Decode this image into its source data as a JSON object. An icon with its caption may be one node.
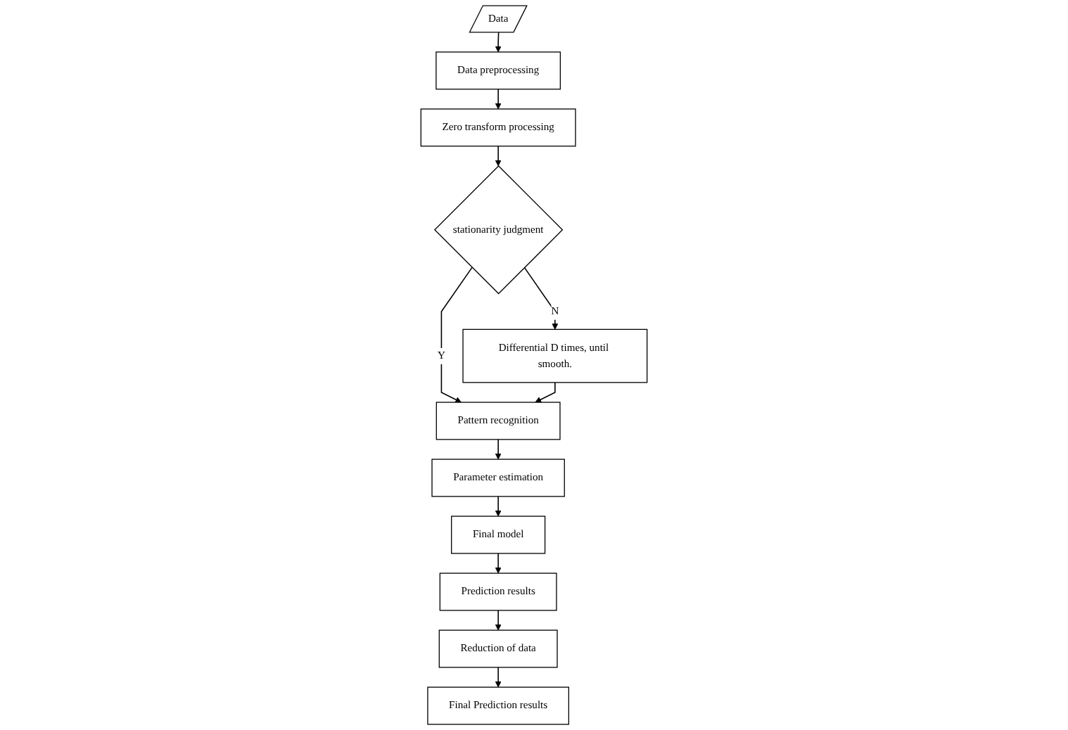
{
  "diagram": {
    "nodes": [
      {
        "text": [
          "Data"
        ]
      },
      {
        "text": [
          "Data preprocessing"
        ]
      },
      {
        "text": [
          "Zero transform processing"
        ]
      },
      {
        "text": [
          "stationarity judgment"
        ]
      },
      {
        "text": [
          "Differential D times, until smooth."
        ]
      },
      {
        "text": [
          "Pattern recognition"
        ]
      },
      {
        "text": [
          "Parameter estimation"
        ]
      },
      {
        "text": [
          "Final model"
        ]
      },
      {
        "text": [
          "Prediction results"
        ]
      },
      {
        "text": [
          "Reduction of data"
        ]
      },
      {
        "text": [
          "Final Prediction results"
        ]
      }
    ],
    "edges": [
      {
        "from": 0,
        "to": 1,
        "arrow": "to"
      },
      {
        "from": 1,
        "to": 2,
        "arrow": "to"
      },
      {
        "from": 2,
        "to": 3,
        "arrow": "to"
      },
      {
        "from": 3,
        "to": 4,
        "arrow": "to",
        "label": "N"
      },
      {
        "from": 3,
        "to": 5,
        "arrow": "to",
        "label": "Y"
      },
      {
        "from": 4,
        "to": 5,
        "arrow": "to"
      },
      {
        "from": 5,
        "to": 6,
        "arrow": "to"
      },
      {
        "from": 6,
        "to": 7,
        "arrow": "to"
      },
      {
        "from": 7,
        "to": 8,
        "arrow": "to"
      },
      {
        "from": 8,
        "to": 9,
        "arrow": "to"
      },
      {
        "from": 9,
        "to": 10,
        "arrow": "to"
      }
    ]
  }
}
